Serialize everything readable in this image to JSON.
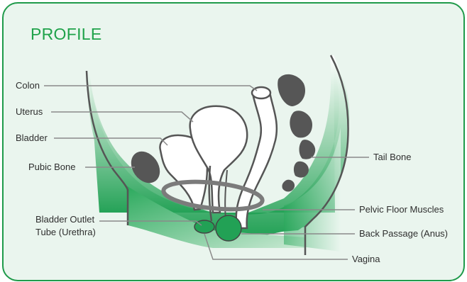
{
  "title": "PROFILE",
  "labels": {
    "colon": "Colon",
    "uterus": "Uterus",
    "bladder": "Bladder",
    "pubic_bone": "Pubic Bone",
    "urethra_line1": "Bladder Outlet",
    "urethra_line2": "Tube (Urethra)",
    "tail_bone": "Tail Bone",
    "pelvic_floor": "Pelvic Floor Muscles",
    "anus": "Back Passage (Anus)",
    "vagina": "Vagina"
  },
  "colors": {
    "accent": "#1fa24a",
    "tissue_dark": "#22a155",
    "bone": "#565656",
    "muscle": "#7b7b7b",
    "leader": "#8a8a8a"
  }
}
